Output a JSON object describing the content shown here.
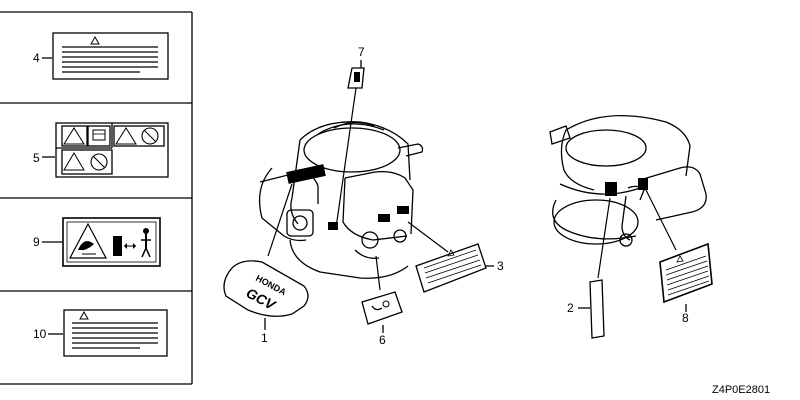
{
  "diagram": {
    "drawing_code": "Z4P0E2801",
    "callouts": [
      {
        "id": "c4",
        "label": "4"
      },
      {
        "id": "c5",
        "label": "5"
      },
      {
        "id": "c9",
        "label": "9"
      },
      {
        "id": "c10",
        "label": "10"
      },
      {
        "id": "c7",
        "label": "7"
      },
      {
        "id": "c1",
        "label": "1"
      },
      {
        "id": "c6",
        "label": "6"
      },
      {
        "id": "c3",
        "label": "3"
      },
      {
        "id": "c2",
        "label": "2"
      },
      {
        "id": "c8",
        "label": "8"
      }
    ],
    "brand_text": "HONDA",
    "model_text": "GCV",
    "icons": [
      "warning-triangle-icon",
      "fuel-can-icon",
      "prohibition-icon",
      "hand-hazard-icon",
      "person-distance-icon"
    ]
  }
}
